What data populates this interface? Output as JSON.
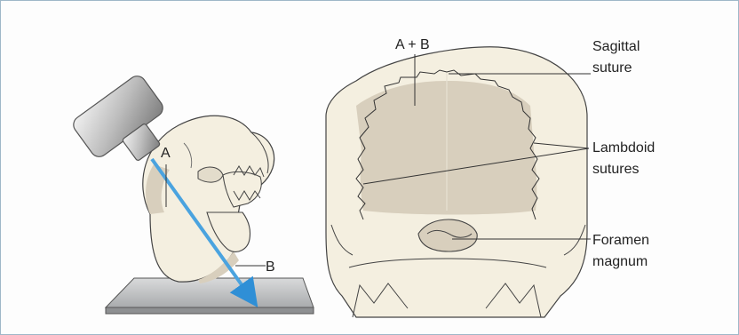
{
  "left_view": {
    "label_a": "A",
    "label_b": "B"
  },
  "right_view": {
    "label_ab": "A + B",
    "sagittal_line1": "Sagittal",
    "sagittal_line2": "suture",
    "lambdoid_line1": "Lambdoid",
    "lambdoid_line2": "sutures",
    "foramen_line1": "Foramen",
    "foramen_line2": "magnum"
  },
  "colors": {
    "frame": "#9fb7c8",
    "bone": "#f4efe0",
    "shaded_region": "#d8cfbd",
    "xray_beam": "#4aa3df",
    "plate": "#c9cbcd",
    "outline": "#444444"
  }
}
